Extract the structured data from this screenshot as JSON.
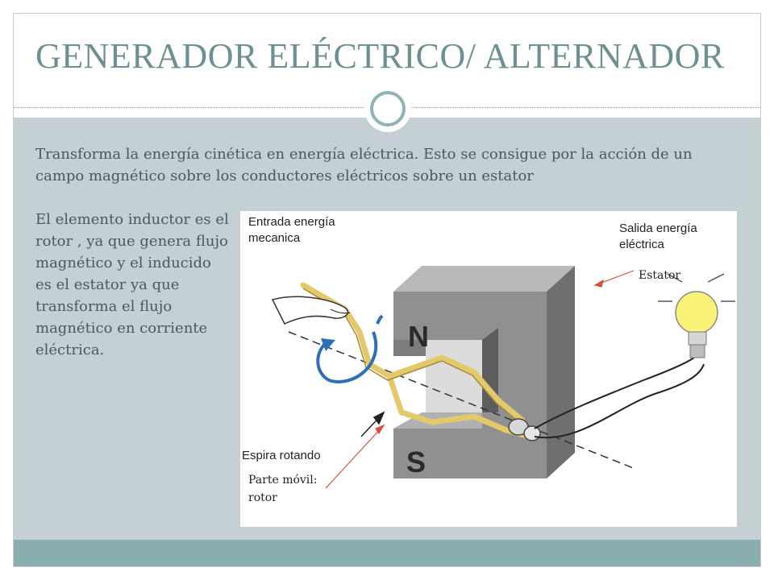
{
  "slide": {
    "title": "GENERADOR ELÉCTRICO/ ALTERNADOR",
    "intro": "Transforma la energía cinética en energía eléctrica. Esto se consigue por la acción de un campo magnético sobre los conductores eléctricos sobre un estator",
    "side_text": "El elemento inductor es el rotor , ya que genera flujo magnético y el inducido es el estator ya que transforma el flujo magnético en corriente eléctrica."
  },
  "diagram": {
    "labels": {
      "input_line1": "Entrada energía",
      "input_line2": "mecanica",
      "output_line1": "Salida energía",
      "output_line2": "eléctrica",
      "pole_north": "N",
      "pole_south": "S",
      "coil_label": "Espira rotando"
    },
    "annotations": {
      "stator": "Estator",
      "rotor_line1": "Parte móvil:",
      "rotor_line2": "rotor"
    },
    "colors": {
      "magnet": "#8e8e8e",
      "coil": "#e4c96b",
      "arrow": "#2f6fb5",
      "annotation_arrow": "#d2533e"
    }
  }
}
